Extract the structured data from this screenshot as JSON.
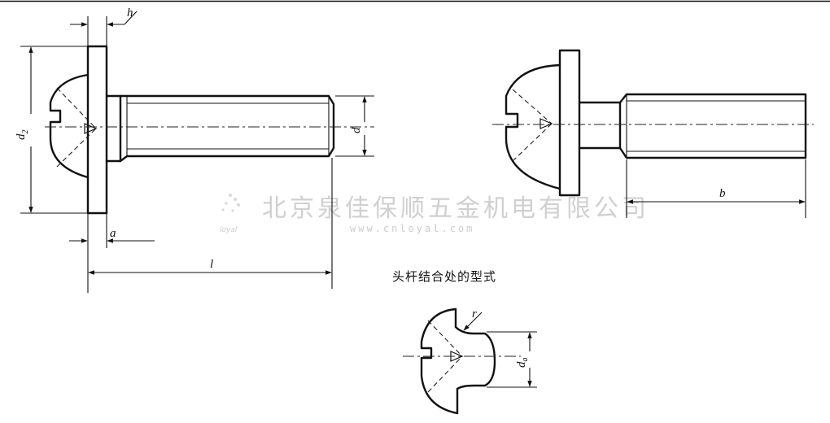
{
  "labels": {
    "h": "h",
    "d2": "d",
    "d2_sub": "2",
    "d": "d",
    "a": "a",
    "l": "l",
    "b": "b",
    "r": "r",
    "da": "d",
    "da_sub": "a"
  },
  "caption": "头杆结合处的型式",
  "watermark": {
    "company": "北京泉佳保顺五金机电有限公司",
    "url": "www.cnloyal.com",
    "logo": "loyal"
  },
  "colors": {
    "ink": "#111111",
    "watermark": "#d0d0d0",
    "background": "#ffffff"
  }
}
